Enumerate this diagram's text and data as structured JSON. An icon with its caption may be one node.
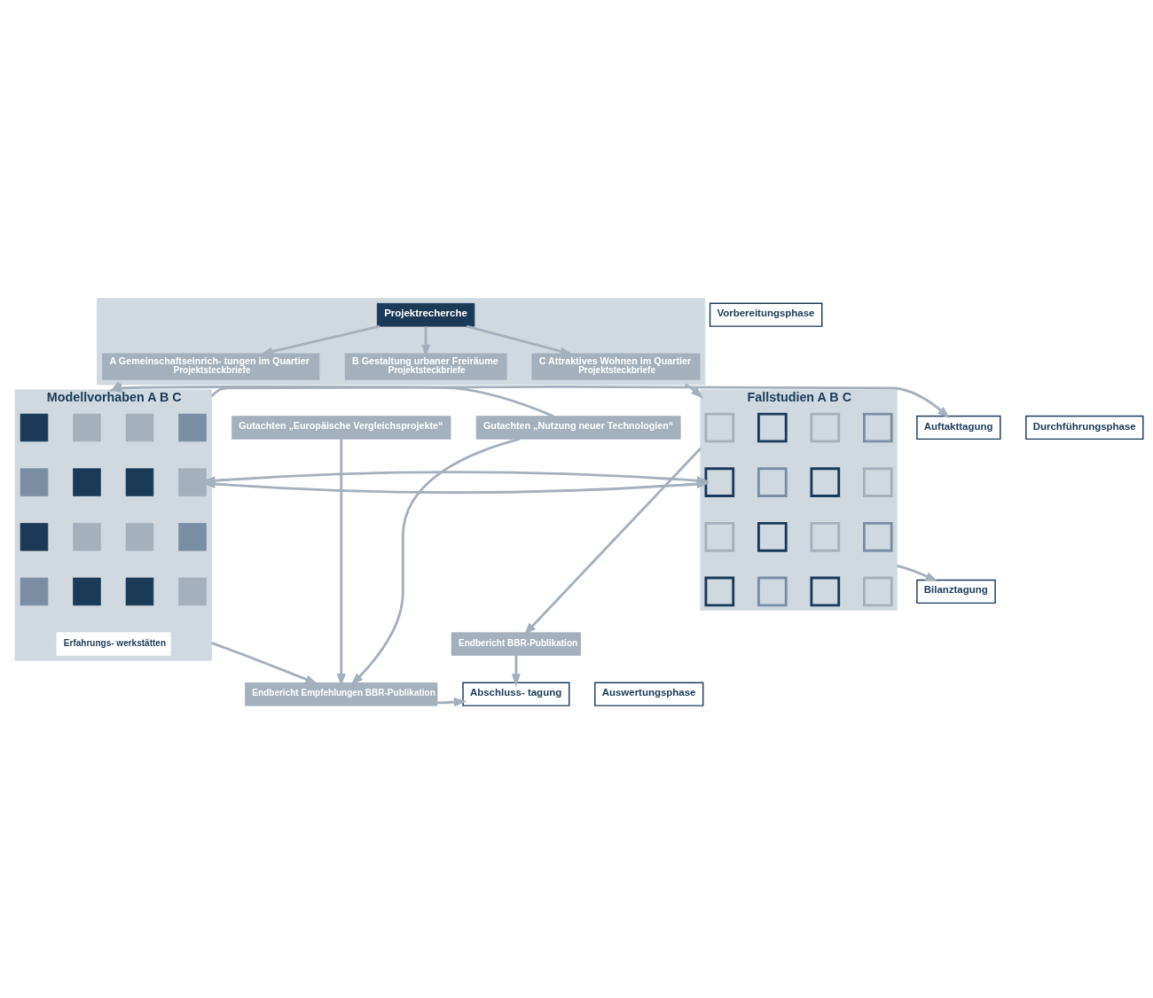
{
  "diagram": {
    "nodes": [
      {
        "text": [],
        "shape": "box"
      },
      {
        "text": [
          "Projektrecherche"
        ],
        "in": 0
      },
      {
        "text": [
          "A Gemeinschaftseinrich- tungen im Quartier",
          "Projektsteckbriefe"
        ],
        "in": 0
      },
      {
        "text": [
          "B Gestaltung urbaner Freiräume",
          "Projektsteckbriefe"
        ],
        "in": 0
      },
      {
        "text": [
          "C Attraktives Wohnen im Quartier",
          "Projektsteckbriefe"
        ],
        "in": 0
      },
      {
        "text": [
          "Gutachten „Europäische Vergleichsprojekte“"
        ]
      },
      {
        "text": [
          "Gutachten „Nutzung neuer Technologien“"
        ]
      },
      {
        "text": [
          "Modellvorhaben A B C"
        ]
      },
      {
        "text": [],
        "shape": "box",
        "in": 7
      },
      {
        "text": [],
        "shape": "box",
        "in": 7
      },
      {
        "text": [],
        "shape": "box",
        "in": 7
      },
      {
        "text": [],
        "shape": "box",
        "in": 7
      },
      {
        "text": [],
        "shape": "box",
        "in": 7
      },
      {
        "text": [],
        "shape": "box",
        "in": 7
      },
      {
        "text": [],
        "shape": "box",
        "in": 7
      },
      {
        "text": [],
        "shape": "box",
        "in": 7
      },
      {
        "text": [],
        "shape": "box",
        "in": 7
      },
      {
        "text": [],
        "shape": "box",
        "in": 7
      },
      {
        "text": [],
        "shape": "box",
        "in": 7
      },
      {
        "text": [],
        "shape": "box",
        "in": 7
      },
      {
        "text": [],
        "shape": "box",
        "in": 7
      },
      {
        "text": [],
        "shape": "box",
        "in": 7
      },
      {
        "text": [],
        "shape": "box",
        "in": 7
      },
      {
        "text": [],
        "shape": "box",
        "in": 7
      },
      {
        "text": [
          "Erfahrungs- werkstätten"
        ],
        "in": 7
      },
      {
        "text": [
          "Auftakttagung"
        ]
      },
      {
        "text": [
          "Fallstudien A B C"
        ]
      },
      {
        "text": [],
        "shape": "box",
        "in": 26
      },
      {
        "text": [],
        "shape": "box",
        "in": 26
      },
      {
        "text": [],
        "shape": "box",
        "in": 26
      },
      {
        "text": [],
        "shape": "box",
        "in": 26
      },
      {
        "text": [],
        "shape": "box",
        "in": 26
      },
      {
        "text": [],
        "shape": "box",
        "in": 26
      },
      {
        "text": [],
        "shape": "box",
        "in": 26
      },
      {
        "text": [],
        "shape": "box",
        "in": 26
      },
      {
        "text": [],
        "shape": "box",
        "in": 26
      },
      {
        "text": [],
        "shape": "box",
        "in": 26
      },
      {
        "text": [],
        "shape": "box",
        "in": 26
      },
      {
        "text": [],
        "shape": "box",
        "in": 26
      },
      {
        "text": [],
        "shape": "box",
        "in": 26
      },
      {
        "text": [],
        "shape": "box",
        "in": 26
      },
      {
        "text": [],
        "shape": "box",
        "in": 26
      },
      {
        "text": [],
        "shape": "box",
        "in": 26
      },
      {
        "text": [
          "Bilanztagung"
        ]
      },
      {
        "text": [
          "Endbericht BBR-Publikation"
        ]
      },
      {
        "text": [
          "Endbericht Empfehlungen BBR-Publikation"
        ]
      },
      {
        "text": [
          "Abschluss- tagung"
        ]
      },
      {
        "text": [
          "Vorbereitungsphase"
        ]
      },
      {
        "text": [
          "Durchführungsphase"
        ]
      },
      {
        "text": [
          "Auswertungsphase"
        ]
      }
    ],
    "edges": [
      {
        "from": 1,
        "to": 2,
        "arrow": "to"
      },
      {
        "from": 1,
        "to": 3,
        "arrow": "to"
      },
      {
        "from": 1,
        "to": 4,
        "arrow": "to"
      },
      {
        "from": 0,
        "to": 7,
        "arrow": "to"
      },
      {
        "from": 0,
        "to": 26,
        "arrow": "to"
      },
      {
        "from": 6,
        "to": 7,
        "arrow": "to"
      },
      {
        "from": 7,
        "to": 25,
        "arrow": "to"
      },
      {
        "from": 7,
        "to": 26,
        "arrow": "both"
      },
      {
        "from": 26,
        "to": 43,
        "arrow": "to"
      },
      {
        "from": 7,
        "to": 45,
        "arrow": "to"
      },
      {
        "from": 26,
        "to": 44,
        "arrow": "to"
      },
      {
        "from": 5,
        "to": 45,
        "arrow": "to"
      },
      {
        "from": 6,
        "to": 45,
        "arrow": "to"
      },
      {
        "from": 45,
        "to": 46,
        "arrow": "to"
      },
      {
        "from": 44,
        "to": 46,
        "arrow": "to"
      }
    ]
  }
}
